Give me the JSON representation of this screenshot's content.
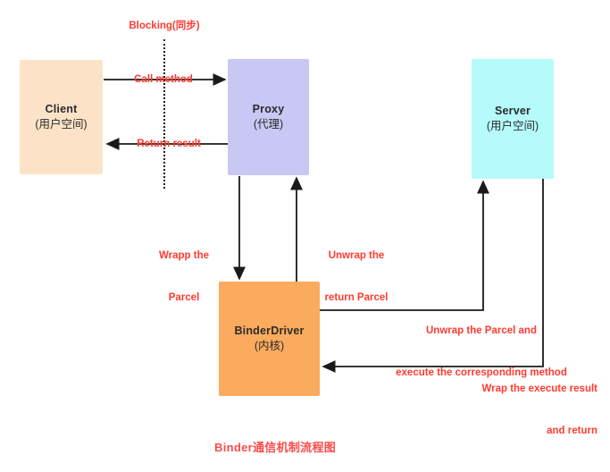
{
  "diagram": {
    "caption": "Binder通信机制流程图",
    "caption_color": "#fa4b4b",
    "label_color": "#ff3b30",
    "wire_color": "#1a1a1a",
    "background": "#ffffff"
  },
  "nodes": {
    "client": {
      "title": "Client",
      "sub": "(用户空间)",
      "color": "#fce3c8"
    },
    "proxy": {
      "title": "Proxy",
      "sub": "(代理)",
      "color": "#c9c8f5"
    },
    "server": {
      "title": "Server",
      "sub": "(用户空间)",
      "color": "#b5fbfb"
    },
    "binder_driver": {
      "title": "BinderDriver",
      "sub": "(内核)",
      "color": "#fbab5e"
    }
  },
  "labels": {
    "blocking": "Blocking(同步)",
    "call_method": "Call method",
    "return_result": "Return result",
    "wrapp_parcel_l1": "Wrapp the",
    "wrapp_parcel_l2": "Parcel",
    "unwrap_return_l1": "Unwrap the",
    "unwrap_return_l2": "return Parcel",
    "unwrap_execute_l1": "Unwrap the Parcel and",
    "unwrap_execute_l2": "execute the corresponding method",
    "wrap_result_l1": "Wrap the execute result",
    "wrap_result_l2": "and return"
  }
}
